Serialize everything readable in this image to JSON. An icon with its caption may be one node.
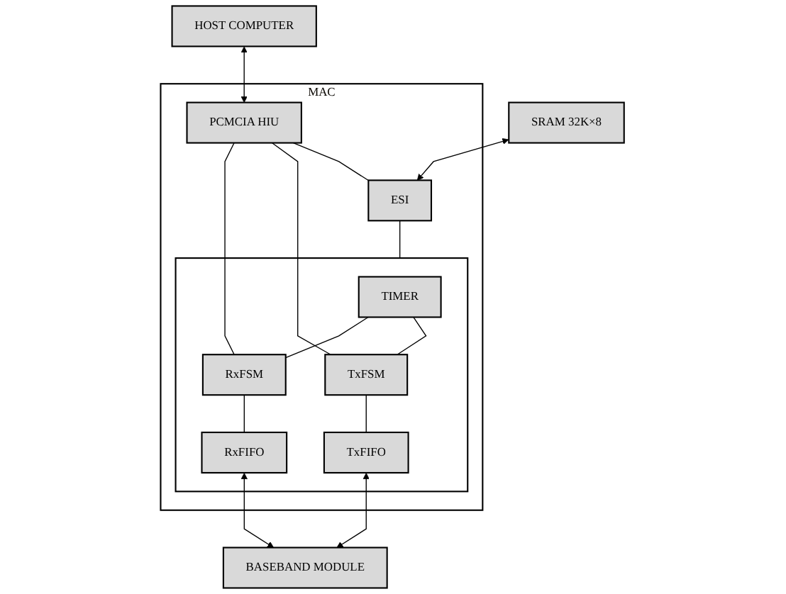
{
  "diagram": {
    "nodes": [
      {
        "text": [
          "HOST COMPUTER"
        ]
      },
      {
        "text": [
          "MAC"
        ]
      },
      {
        "text": [
          "PCMCIA HIU"
        ],
        "in": 1
      },
      {
        "text": [
          "ESI"
        ],
        "in": 1
      },
      {
        "text": [],
        "shape": "box",
        "in": 1
      },
      {
        "text": [
          "TIMER"
        ],
        "in": 4
      },
      {
        "text": [
          "TxFSM"
        ],
        "in": 4
      },
      {
        "text": [
          "RxFSM"
        ],
        "in": 4
      },
      {
        "text": [
          "TxFIFO"
        ],
        "in": 4
      },
      {
        "text": [
          "RxFIFO"
        ],
        "in": 4
      },
      {
        "text": [
          "SRAM 32K×8"
        ]
      },
      {
        "text": [
          "BASEBAND MODULE"
        ]
      }
    ],
    "edges": [
      {
        "from": 0,
        "to": 2,
        "arrow": "both"
      },
      {
        "from": 10,
        "to": 3,
        "arrow": "both"
      },
      {
        "from": 2,
        "to": 3,
        "arrow": "none"
      },
      {
        "from": 3,
        "to": 4,
        "arrow": "none"
      },
      {
        "from": 2,
        "to": 6,
        "arrow": "none"
      },
      {
        "from": 2,
        "to": 7,
        "arrow": "none"
      },
      {
        "from": 5,
        "to": 6,
        "arrow": "none"
      },
      {
        "from": 5,
        "to": 7,
        "arrow": "none"
      },
      {
        "from": 6,
        "to": 8,
        "arrow": "none"
      },
      {
        "from": 7,
        "to": 9,
        "arrow": "none"
      },
      {
        "from": 8,
        "to": 11,
        "arrow": "both"
      },
      {
        "from": 9,
        "to": 11,
        "arrow": "both"
      }
    ]
  }
}
